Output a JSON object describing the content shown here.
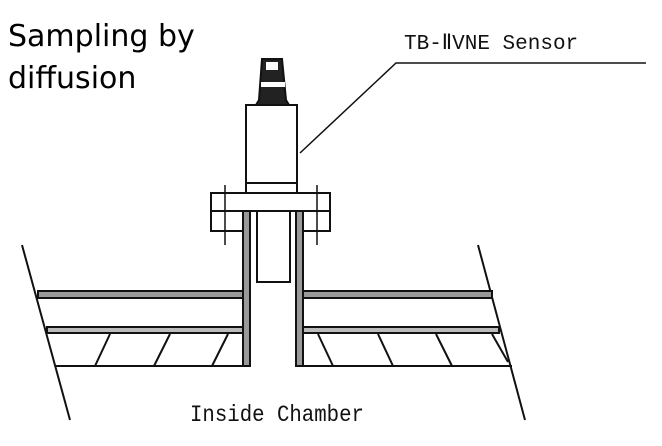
{
  "caption": {
    "line1": "Sampling by",
    "line2": "diffusion"
  },
  "labels": {
    "sensor": "TB-ⅡVNE Sensor",
    "chamber": "Inside Chamber"
  }
}
